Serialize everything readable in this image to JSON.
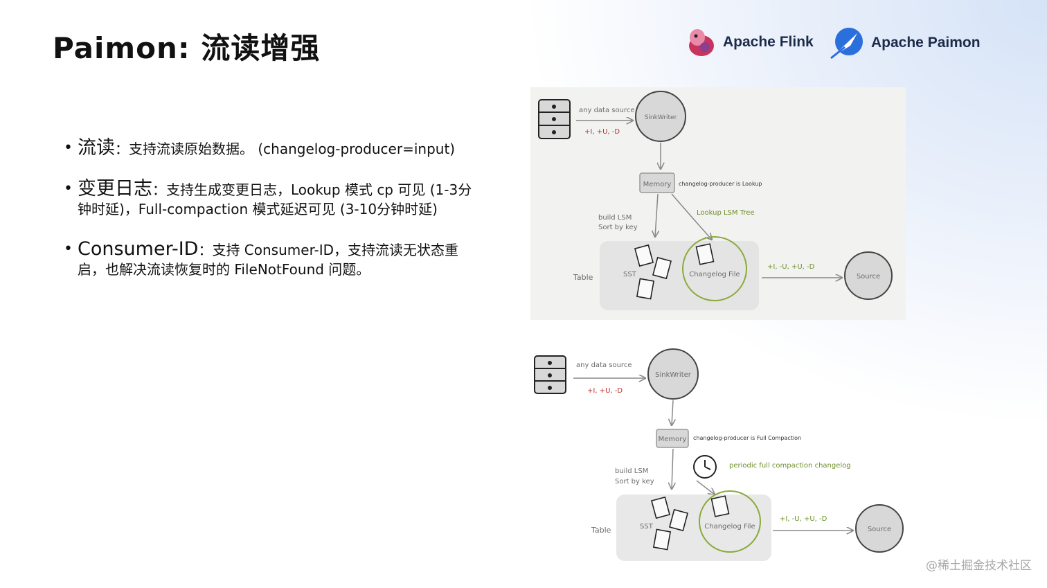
{
  "slide": {
    "title": "Paimon: 流读增强",
    "logos": {
      "flink": "Apache Flink",
      "paimon": "Apache Paimon"
    },
    "bullets": [
      {
        "head": "流读",
        "text": "：支持流读原始数据。 (changelog-producer=input)"
      },
      {
        "head": "变更日志",
        "text": "：支持生成变更日志，Lookup 模式 cp 可见 (1-3分钟时延)，Full-compaction 模式延迟可见 (3-10分钟时延)"
      },
      {
        "head": "Consumer-ID",
        "text": "：支持 Consumer-ID，支持流读无状态重启，也解决流读恢复时的 FileNotFound 问题。"
      }
    ],
    "watermark": "@稀土掘金技术社区"
  },
  "diagram_top": {
    "source_label": "any data source",
    "ops_label": "+I, +U, -D",
    "writer": "SinkWriter",
    "memory": "Memory",
    "memory_note": "changelog-producer is Lookup",
    "build1": "build LSM",
    "build2": "Sort by key",
    "green_note": "Lookup LSM Tree",
    "table": "Table",
    "sst": "SST",
    "changelog": "Changelog File",
    "out_ops": "+I, -U, +U, -D",
    "target": "Source"
  },
  "diagram_bottom": {
    "source_label": "any data source",
    "ops_label": "+I, +U, -D",
    "writer": "SinkWriter",
    "memory": "Memory",
    "memory_note": "changelog-producer is Full Compaction",
    "build1": "build LSM",
    "build2": "Sort by key",
    "green_note": "periodic full compaction changelog",
    "table": "Table",
    "sst": "SST",
    "changelog": "Changelog File",
    "out_ops": "+I, -U, +U, -D",
    "target": "Source"
  },
  "colors": {
    "accent_green": "#6f8f2a",
    "red": "#b5342c",
    "node_fill": "#d8d8d8"
  }
}
